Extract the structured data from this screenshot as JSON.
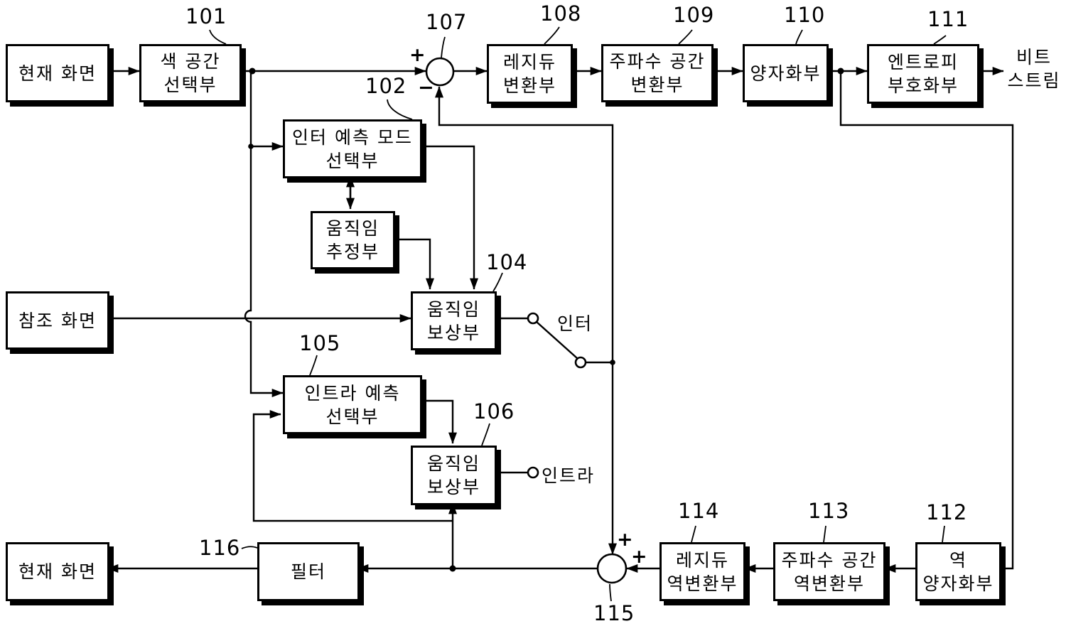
{
  "blocks": {
    "current_frame_top": {
      "label": "현재 화면"
    },
    "b101": {
      "num": "101",
      "line1": "색 공간",
      "line2": "선택부"
    },
    "b102": {
      "num": "102",
      "line1": "인터 예측 모드",
      "line2": "선택부"
    },
    "b103": {
      "line1": "움직임",
      "line2": "추정부"
    },
    "b104": {
      "num": "104",
      "line1": "움직임",
      "line2": "보상부"
    },
    "b105": {
      "num": "105",
      "line1": "인트라 예측",
      "line2": "선택부"
    },
    "b106": {
      "num": "106",
      "line1": "움직임",
      "line2": "보상부"
    },
    "b108": {
      "num": "108",
      "line1": "레지듀",
      "line2": "변환부"
    },
    "b109": {
      "num": "109",
      "line1": "주파수 공간",
      "line2": "변환부"
    },
    "b110": {
      "num": "110",
      "label": "양자화부"
    },
    "b111": {
      "num": "111",
      "line1": "엔트로피",
      "line2": "부호화부"
    },
    "b112": {
      "num": "112",
      "line1": "역",
      "line2": "양자화부"
    },
    "b113": {
      "num": "113",
      "line1": "주파수 공간",
      "line2": "역변환부"
    },
    "b114": {
      "num": "114",
      "line1": "레지듀",
      "line2": "역변환부"
    },
    "b116": {
      "num": "116",
      "label": "필터"
    },
    "reference_frame": {
      "label": "참조 화면"
    },
    "current_frame_bottom": {
      "label": "현재 화면"
    }
  },
  "adders": {
    "a107": {
      "num": "107",
      "sign_left": "+",
      "sign_bottom": "−"
    },
    "a115": {
      "num": "115",
      "sign_top": "+",
      "sign_right": "+"
    }
  },
  "labels": {
    "bitstream_line1": "비트",
    "bitstream_line2": "스트림",
    "switch_inter": "인터",
    "switch_intra": "인트라"
  },
  "colors": {
    "line": "#000000",
    "background": "#ffffff"
  }
}
